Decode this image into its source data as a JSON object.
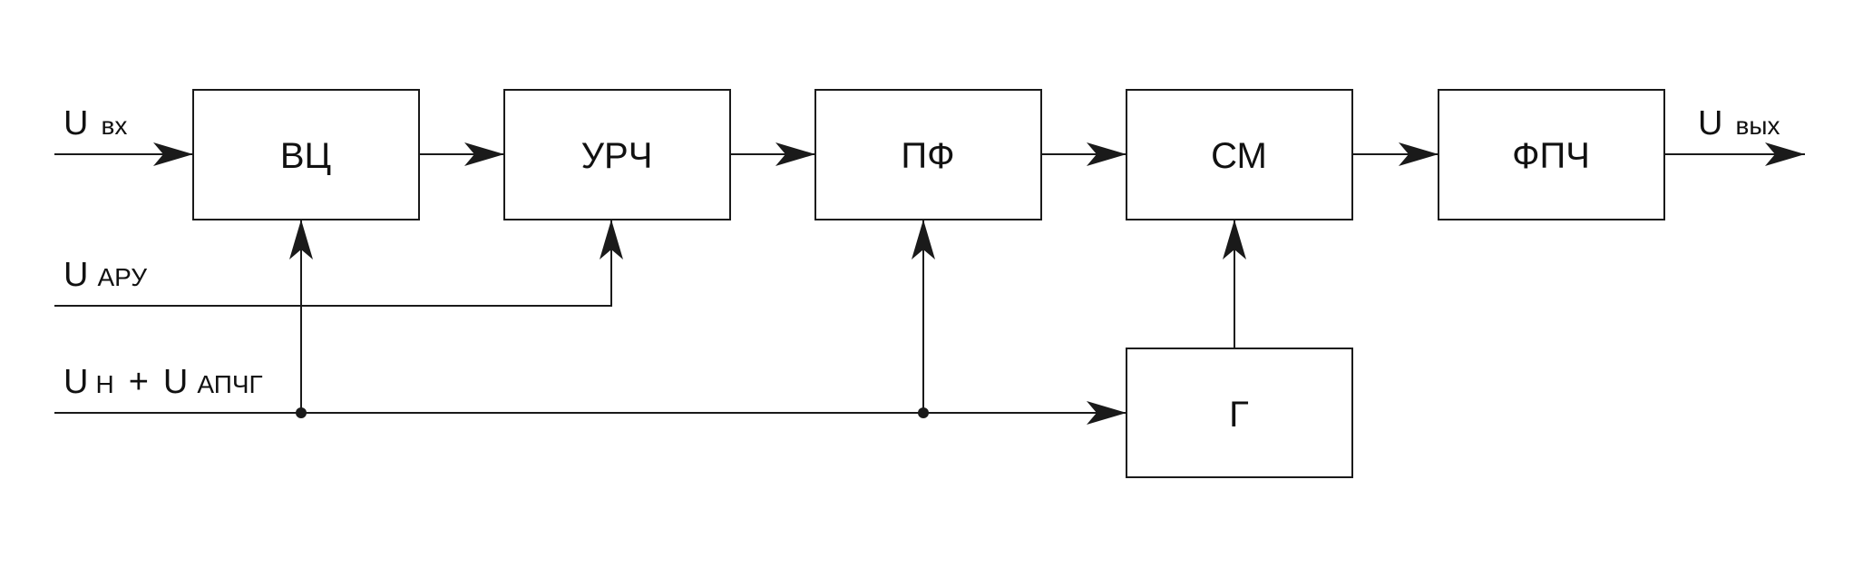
{
  "blocks": {
    "vts": "ВЦ",
    "urch": "УРЧ",
    "pf": "ПФ",
    "sm": "СМ",
    "fpch": "ФПЧ",
    "g": "Г"
  },
  "signals": {
    "input": {
      "main": "U",
      "sub": "вх"
    },
    "output": {
      "main": "U",
      "sub": "вых"
    },
    "agc": {
      "main": "U",
      "sub": "АРУ"
    },
    "tuning": {
      "main1": "U",
      "sub1": "Н",
      "plus": "+",
      "main2": "U",
      "sub2": "АПЧГ"
    }
  }
}
